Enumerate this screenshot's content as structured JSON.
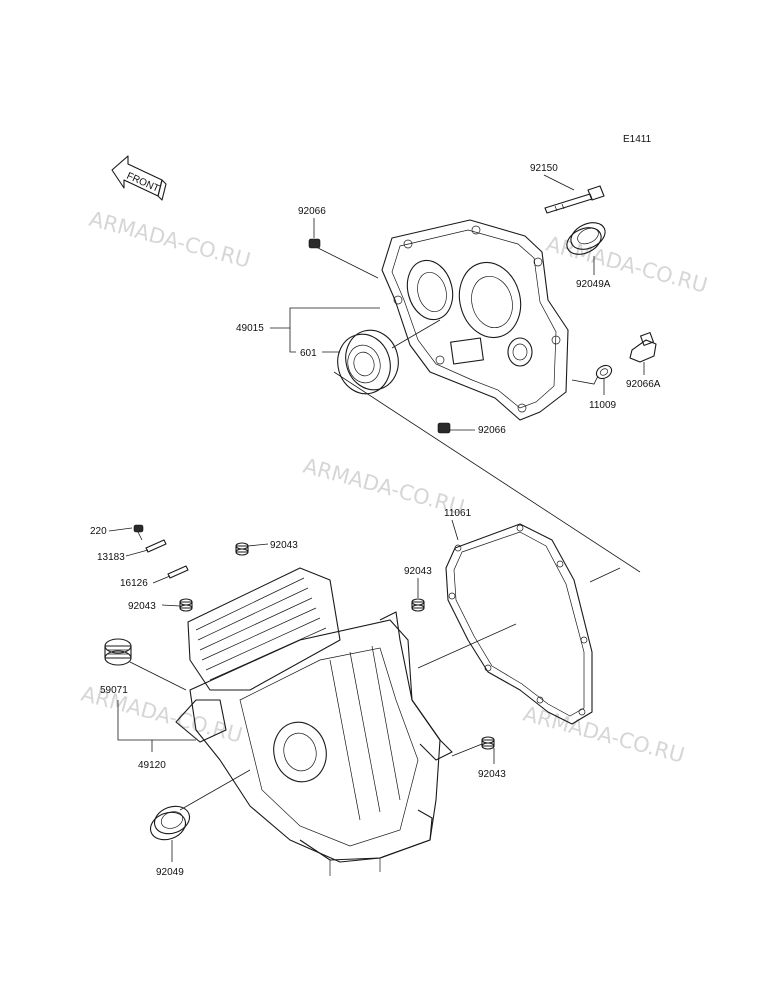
{
  "diagram": {
    "code": "E1411",
    "front_label": "FRONT",
    "watermark": "ARMADA-CO.RU",
    "parts": [
      {
        "id": "92150",
        "label": "92150"
      },
      {
        "id": "92066a",
        "label": "92066"
      },
      {
        "id": "92049A",
        "label": "92049A"
      },
      {
        "id": "49015",
        "label": "49015"
      },
      {
        "id": "601",
        "label": "601"
      },
      {
        "id": "92066A",
        "label": "92066A"
      },
      {
        "id": "11009",
        "label": "11009"
      },
      {
        "id": "92066b",
        "label": "92066"
      },
      {
        "id": "11061",
        "label": "11061"
      },
      {
        "id": "220",
        "label": "220"
      },
      {
        "id": "92043a",
        "label": "92043"
      },
      {
        "id": "13183",
        "label": "13183"
      },
      {
        "id": "16126",
        "label": "16126"
      },
      {
        "id": "92043b",
        "label": "92043"
      },
      {
        "id": "92043c",
        "label": "92043"
      },
      {
        "id": "59071",
        "label": "59071"
      },
      {
        "id": "49120",
        "label": "49120"
      },
      {
        "id": "92043d",
        "label": "92043"
      },
      {
        "id": "92049",
        "label": "92049"
      }
    ]
  }
}
